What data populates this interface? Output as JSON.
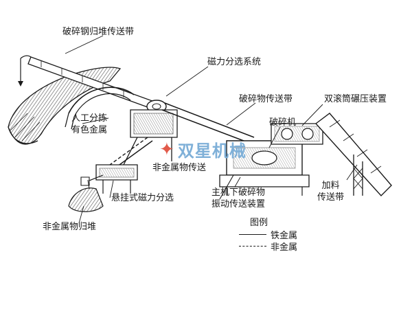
{
  "labels": {
    "broken_steel_pile_conveyor": "破碎钢归堆传送带",
    "magnetic_separation_system": "磁力分选系统",
    "crushed_material_conveyor": "破碎物传送带",
    "double_roller_press": "双滚筒碾压装置",
    "crusher": "破碎机",
    "manual_sort_line1": "人工分拣",
    "manual_sort_line2": "有色金属",
    "nonferrous_conveyor": "非金属物传送",
    "feed_conveyor_line1": "加料",
    "feed_conveyor_line2": "传送带",
    "vibrating_conveyor_line1": "主机下破碎物",
    "vibrating_conveyor_line2": "振动传送装置",
    "suspended_magnetic_separator": "悬挂式磁力分选",
    "nonmetal_pile": "非金属物归堆"
  },
  "legend": {
    "title": "图例",
    "ferrous_label": "铁金属",
    "nonferrous_label": "非金属"
  },
  "watermark": {
    "text": "双星机械",
    "color": "#7fb0d8"
  },
  "colors": {
    "line": "#1a1a1a",
    "hatch": "#444444",
    "background": "#ffffff"
  }
}
